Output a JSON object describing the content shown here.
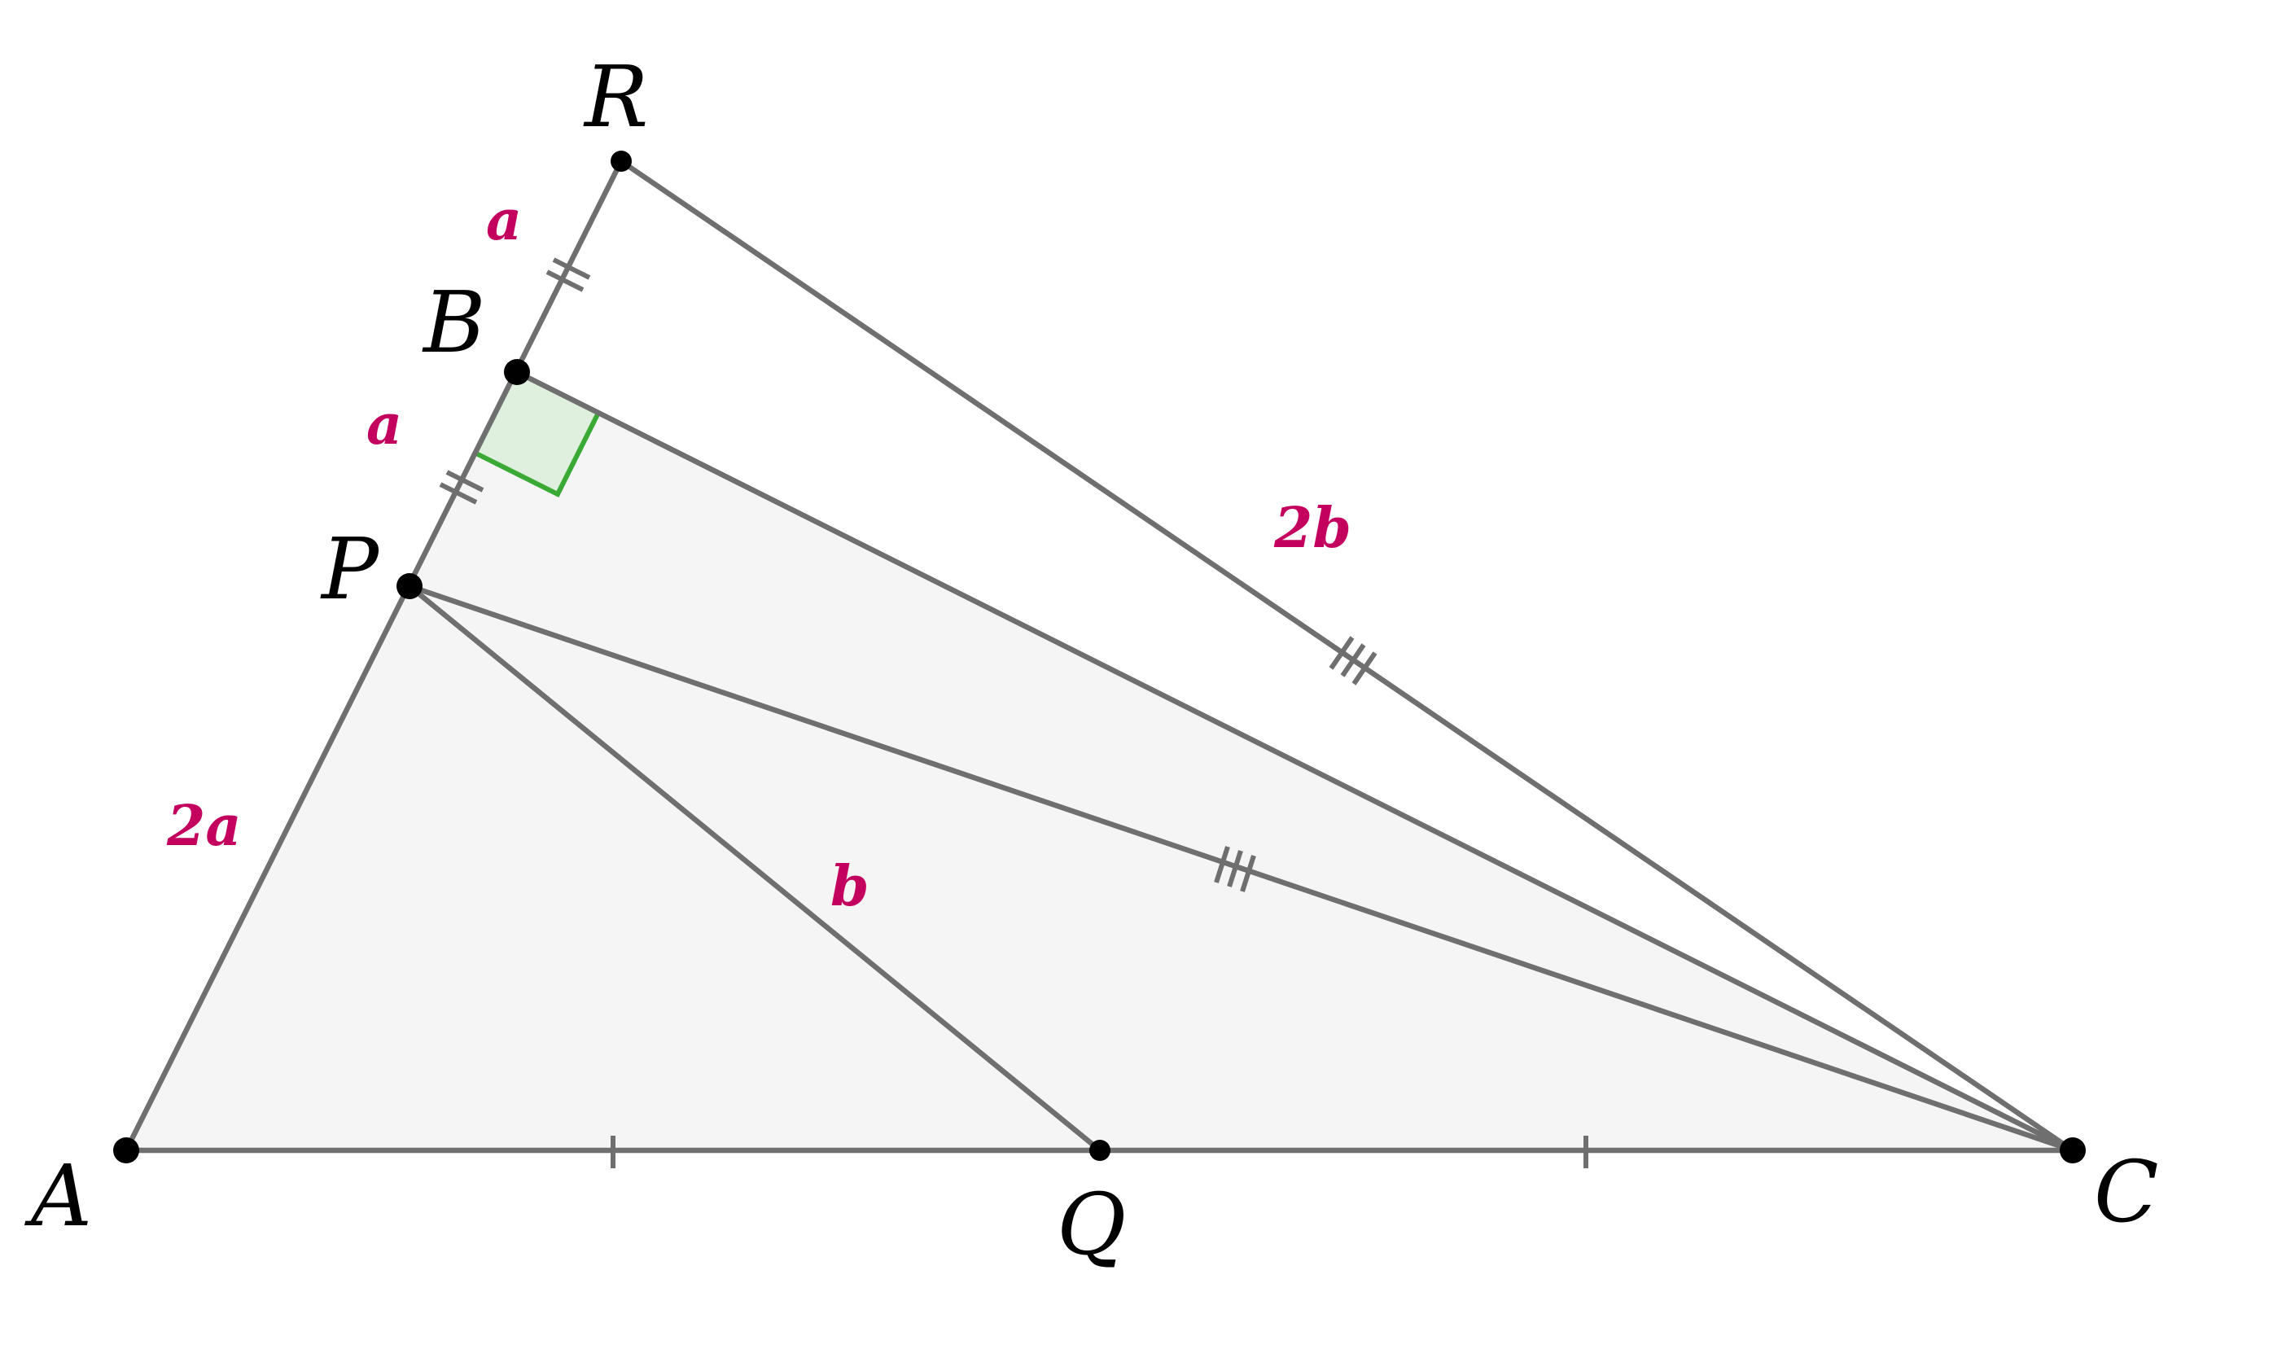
{
  "points": {
    "A": "A",
    "B": "B",
    "C": "C",
    "P": "P",
    "Q": "Q",
    "R": "R"
  },
  "lengths": {
    "RB": "a",
    "BP": "a",
    "PA": "2a",
    "PQ": "b",
    "RC": "2b"
  },
  "colors": {
    "segment": "#6f6f6f",
    "length_label": "#c4005f",
    "right_angle_stroke": "#3aaa35",
    "right_angle_fill": "#dff0de",
    "triangle_fill": "#f5f5f5",
    "point": "#000000"
  },
  "icons": {
    "right_angle_marker": "right-angle-square"
  }
}
